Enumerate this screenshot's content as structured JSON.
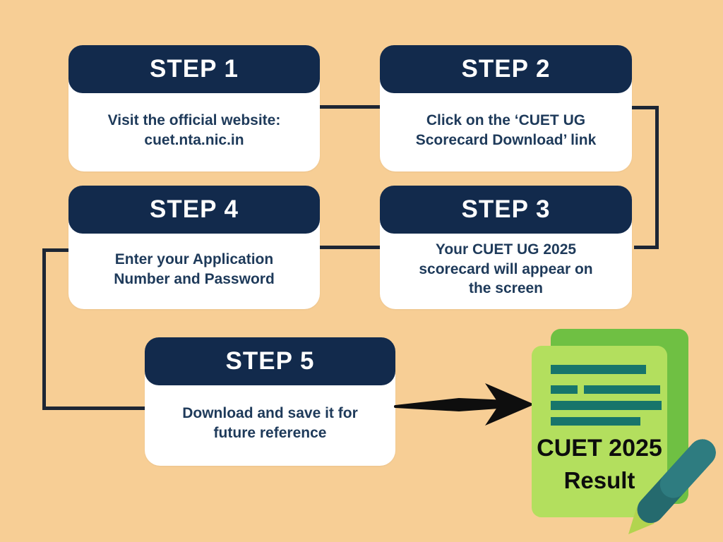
{
  "palette": {
    "background": "#f7ce95",
    "step_header_bg": "#122a4c",
    "step_header_text": "#ffffff",
    "step_body_bg": "#ffffff",
    "step_body_text": "#1e3a5a",
    "connector_line": "#1d2634",
    "arrow": "#0e0e0e",
    "document_back": "#6fc043",
    "document_front": "#b3df5e",
    "document_text_bars": "#17756b",
    "pen_body": "#2e7c80",
    "pen_dark": "#256a6e",
    "pen_nib": "#b2d44f",
    "caption_text": "#0d0d0d"
  },
  "steps": [
    {
      "title": "STEP 1",
      "description": "Visit the official website:\ncuet.nta.nic.in"
    },
    {
      "title": "STEP 2",
      "description": "Click on the ‘CUET UG\nScorecard Download’ link"
    },
    {
      "title": "STEP 4",
      "description": "Enter your Application\nNumber and Password"
    },
    {
      "title": "STEP 3",
      "description": "Your CUET UG 2025\nscorecard will appear on\nthe screen"
    },
    {
      "title": "STEP 5",
      "description": "Download and save it for\nfuture reference"
    }
  ],
  "result_document": {
    "caption_line1": "CUET 2025",
    "caption_line2": "Result",
    "icon": "document-stack-icon",
    "pen": "pen-icon"
  },
  "arrow": {
    "icon": "right-arrow-icon"
  }
}
